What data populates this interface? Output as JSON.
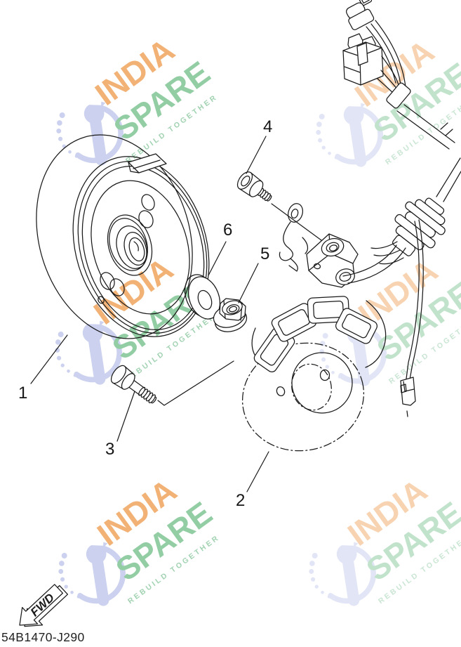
{
  "diagram": {
    "part_number": "54B1470-J290",
    "fwd_label": "FWD",
    "callouts": [
      {
        "label": "1"
      },
      {
        "label": "2"
      },
      {
        "label": "3"
      },
      {
        "label": "4"
      },
      {
        "label": "5"
      },
      {
        "label": "6"
      }
    ]
  },
  "watermark": {
    "word1": "INDIA",
    "word2": "SPARE",
    "tagline": "REBUILD TOGETHER",
    "colors": {
      "word1": "#efa055",
      "word2": "#77c18d",
      "tagline": "#8ac79e",
      "wrench": "#bfc6ea"
    }
  },
  "line_color": "#1a1a1a"
}
